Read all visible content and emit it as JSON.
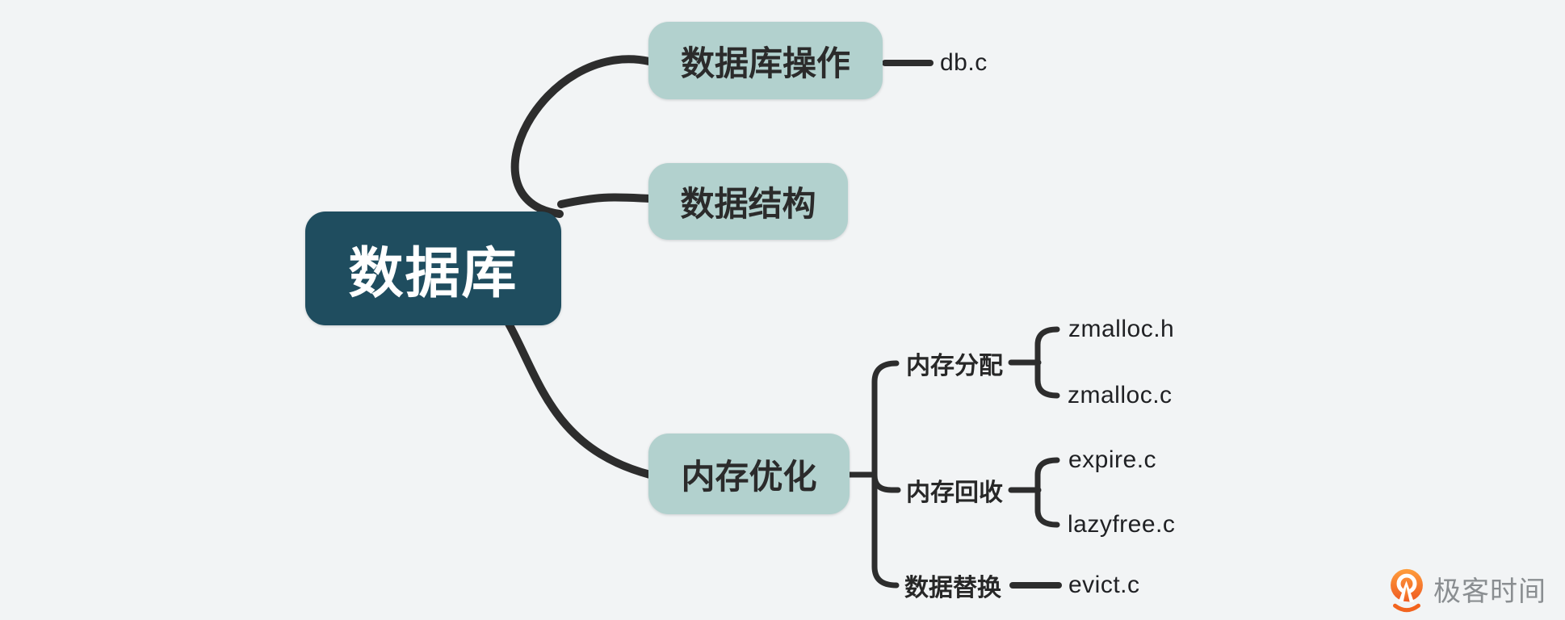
{
  "colors": {
    "background": "#f2f4f5",
    "root-fill": "#1f4d5f",
    "branch-fill": "#b2d1ce",
    "branch-text": "#2b2b2b",
    "leaf-text": "#202124",
    "line": "#2d2d2d",
    "brand-orange": "#f2641f",
    "brand-text": "#8a8e91"
  },
  "mindmap": {
    "root": {
      "label": "数据库"
    },
    "branches": [
      {
        "label": "数据库操作",
        "files": [
          "db.c"
        ]
      },
      {
        "label": "数据结构"
      },
      {
        "label": "内存优化",
        "children": [
          {
            "label": "内存分配",
            "files": [
              "zmalloc.h",
              "zmalloc.c"
            ]
          },
          {
            "label": "内存回收",
            "files": [
              "expire.c",
              "lazyfree.c"
            ]
          },
          {
            "label": "数据替换",
            "files": [
              "evict.c"
            ]
          }
        ]
      }
    ]
  },
  "watermark": {
    "brand": "极客时间",
    "logo_icon": "geektime-pin-icon"
  }
}
